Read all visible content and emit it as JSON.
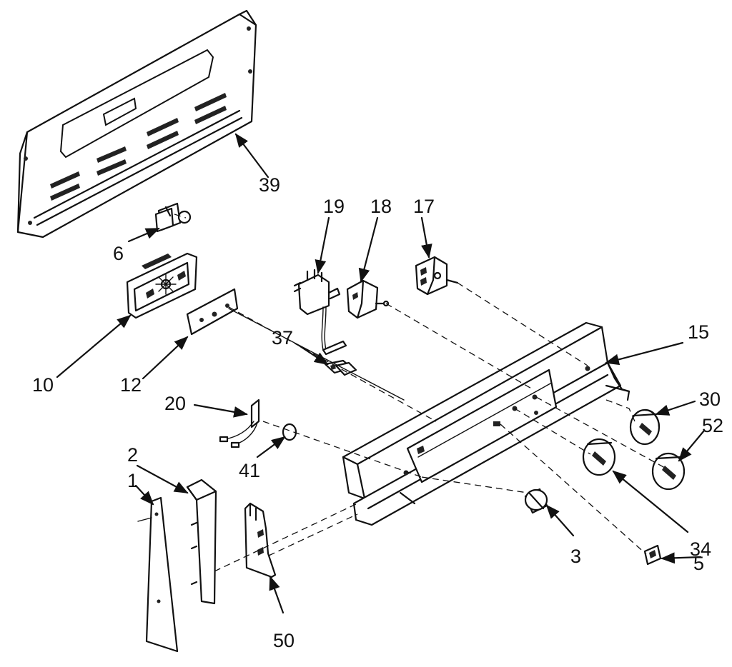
{
  "callouts": {
    "c1": "1",
    "c2": "2",
    "c3": "3",
    "c5": "5",
    "c6": "6",
    "c10": "10",
    "c12": "12",
    "c15": "15",
    "c17": "17",
    "c18": "18",
    "c19": "19",
    "c20": "20",
    "c30": "30",
    "c34": "34",
    "c37": "37",
    "c39": "39",
    "c41": "41",
    "c50": "50",
    "c52": "52"
  },
  "colors": {
    "ink": "#111111",
    "paper": "#ffffff"
  }
}
